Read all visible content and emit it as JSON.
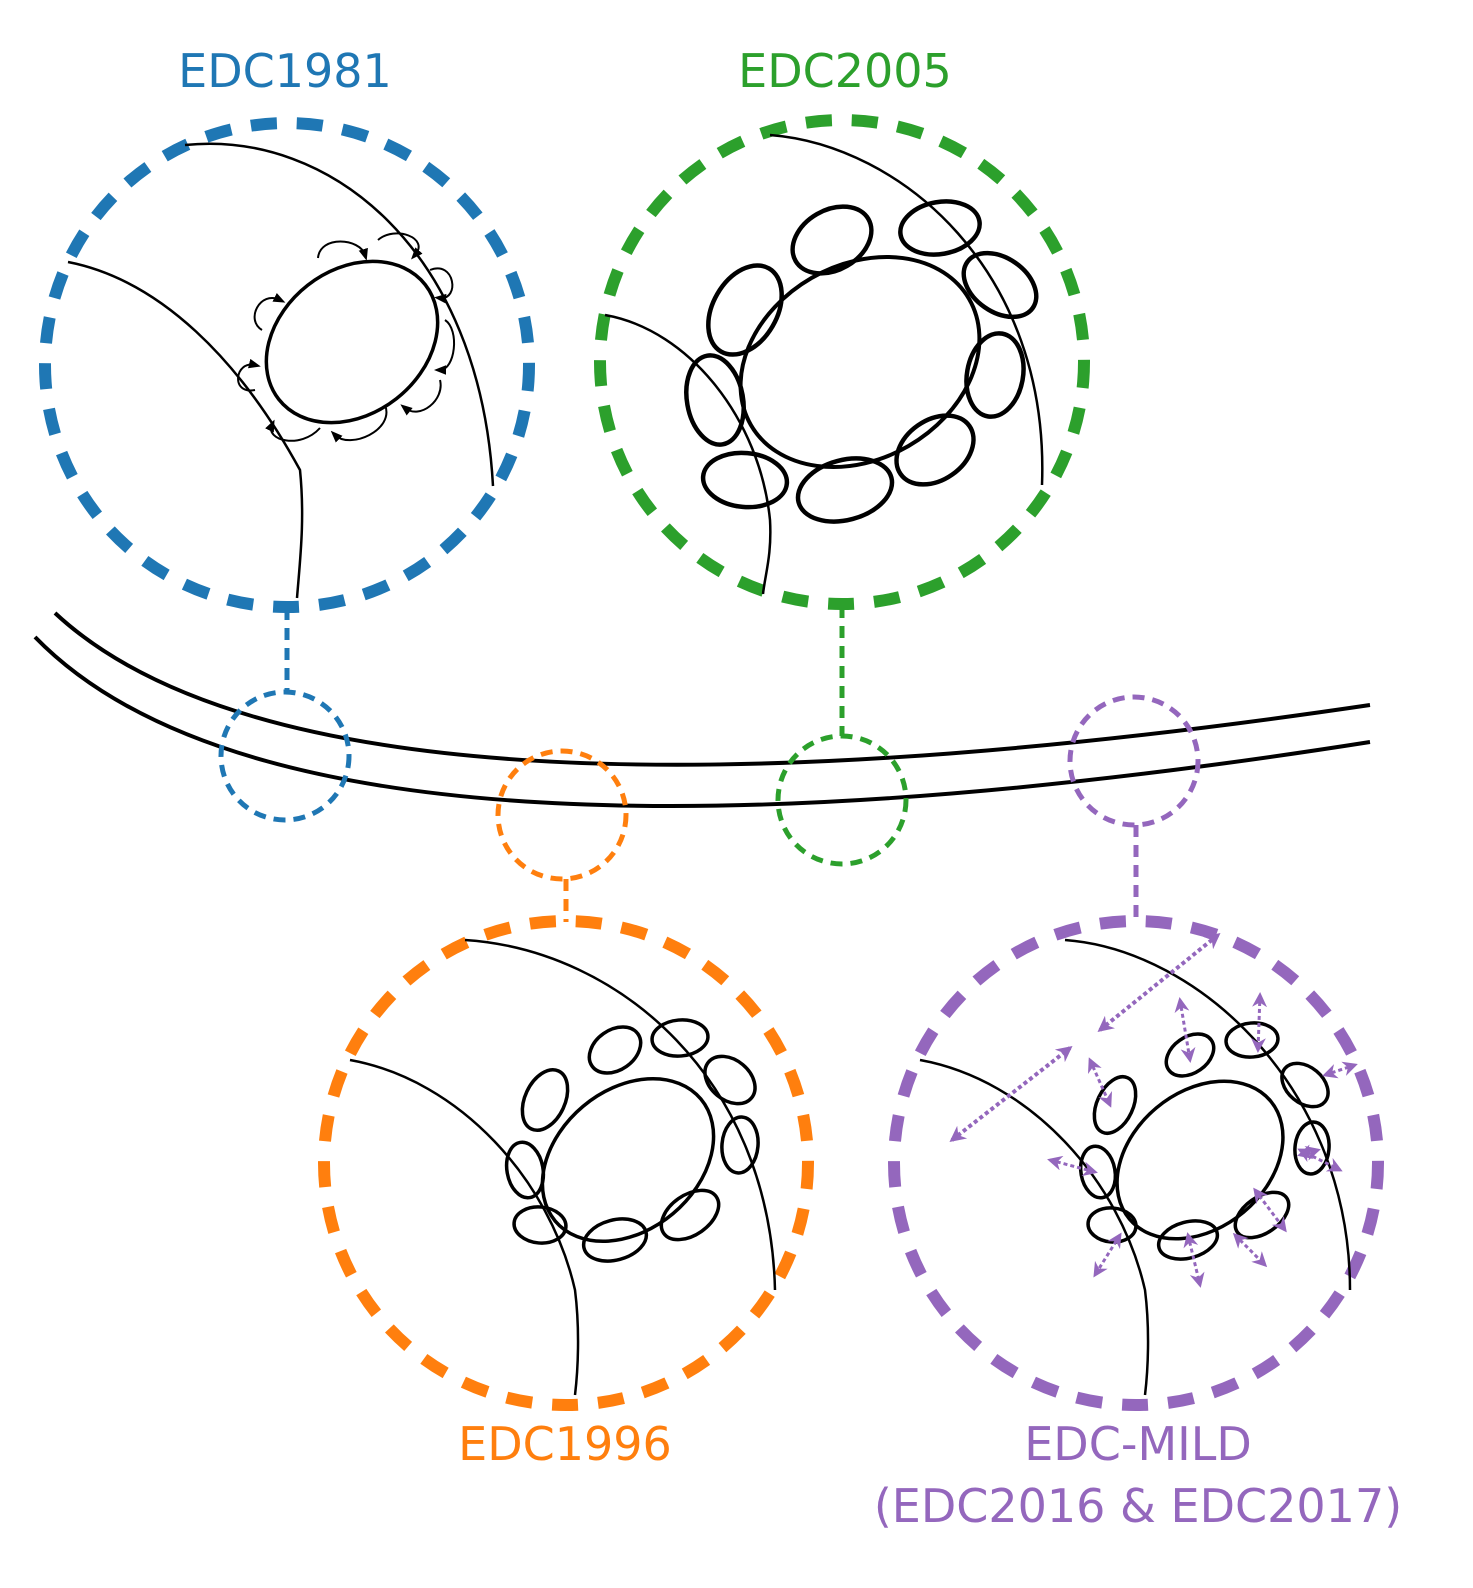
{
  "labels": {
    "edc1981": "EDC1981",
    "edc2005": "EDC2005",
    "edc1996": "EDC1996",
    "edc_mild_line1": "EDC-MILD",
    "edc_mild_line2": "(EDC2016 & EDC2017)"
  },
  "colors": {
    "edc1981": "#1f77b4",
    "edc2005": "#2ca02c",
    "edc1996": "#ff7f0e",
    "edc_mild": "#9467bd",
    "lines": "#000000"
  }
}
